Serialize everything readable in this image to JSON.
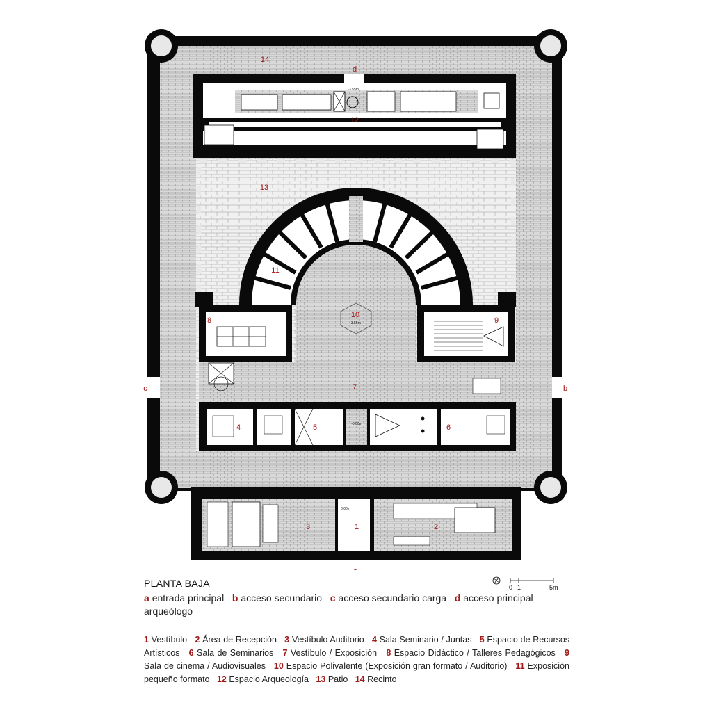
{
  "plan": {
    "access_markers": {
      "a": "a",
      "b": "b",
      "c": "c",
      "d": "d"
    },
    "room_numbers": {
      "r1": "1",
      "r2": "2",
      "r3": "3",
      "r4": "4",
      "r5": "5",
      "r6": "6",
      "r7": "7",
      "r8": "8",
      "r9": "9",
      "r10": "10",
      "r11": "11",
      "r12": "12",
      "r13": "13",
      "r14": "14"
    },
    "levels": {
      "lv_top": "-3.55m",
      "lv_center": "-3.55m",
      "lv_corr": "-0.00m",
      "lv_front": "0.00m"
    }
  },
  "legend": {
    "title": "PLANTA BAJA",
    "accesses": [
      {
        "key": "a",
        "text": "entrada principal"
      },
      {
        "key": "b",
        "text": "acceso secundario"
      },
      {
        "key": "c",
        "text": "acceso secundario carga"
      },
      {
        "key": "d",
        "text": "acceso principal arqueólogo"
      }
    ],
    "rooms": [
      {
        "key": "1",
        "text": "Vestíbulo"
      },
      {
        "key": "2",
        "text": "Área de Recepción"
      },
      {
        "key": "3",
        "text": "Vestíbulo Auditorio"
      },
      {
        "key": "4",
        "text": "Sala Seminario / Juntas"
      },
      {
        "key": "5",
        "text": "Espacio de Recursos Artísticos"
      },
      {
        "key": "6",
        "text": "Sala de Seminarios"
      },
      {
        "key": "7",
        "text": "Vestíbulo / Exposición"
      },
      {
        "key": "8",
        "text": "Espacio Didáctico / Talleres Pedagógicos"
      },
      {
        "key": "9",
        "text": "Sala de cinema / Audiovisuales"
      },
      {
        "key": "10",
        "text": "Espacio Polivalente (Exposición gran formato / Auditorio)"
      },
      {
        "key": "11",
        "text": "Exposición pequeño formato"
      },
      {
        "key": "12",
        "text": "Espacio Arqueología"
      },
      {
        "key": "13",
        "text": "Patio"
      },
      {
        "key": "14",
        "text": "Recinto"
      }
    ]
  },
  "scale_bar": {
    "zero": "0",
    "one": "1",
    "five": "5m"
  },
  "icons": {
    "north": "north-arrow-icon"
  }
}
